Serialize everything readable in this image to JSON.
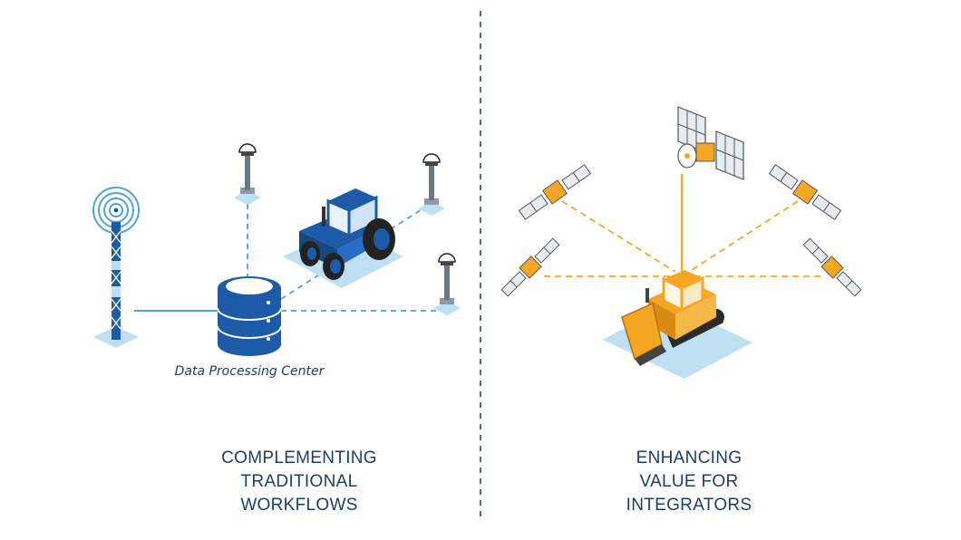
{
  "left_panel": {
    "data_center_label": "Data Processing Center",
    "caption_lines": [
      "COMPLEMENTING",
      "TRADITIONAL",
      "WORKFLOWS"
    ]
  },
  "right_panel": {
    "caption_lines": [
      "ENHANCING",
      "VALUE FOR",
      "INTEGRATORS"
    ]
  },
  "colors": {
    "navy": "#1f3d66",
    "blue": "#1d5aa8",
    "light_blue": "#4fa3d9",
    "pad_blue": "#bfe0f3",
    "orange": "#f5a623",
    "divider": "#4a6a95"
  },
  "icons": {
    "cell_tower": "cell-tower-icon",
    "reference_station": "gnss-antenna-icon",
    "tractor": "tractor-icon",
    "database": "database-icon",
    "satellite": "satellite-icon",
    "bulldozer": "bulldozer-icon"
  }
}
